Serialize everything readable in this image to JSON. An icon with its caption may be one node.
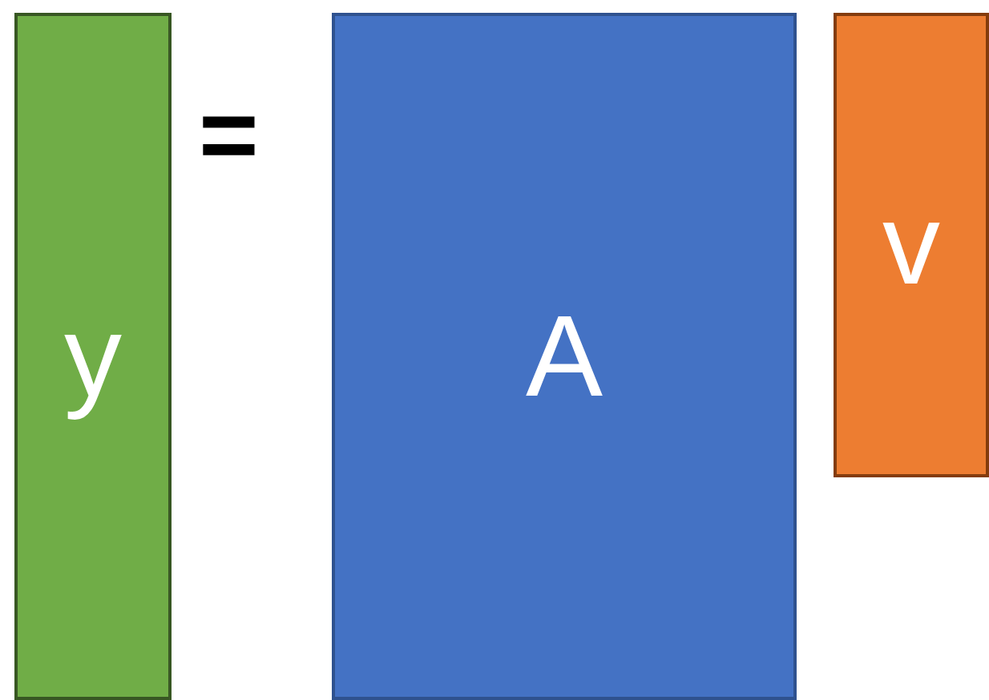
{
  "diagram": {
    "nodes": [
      {
        "text": [
          "y"
        ]
      },
      {
        "text": [
          "A"
        ]
      },
      {
        "text": [
          "v"
        ]
      }
    ],
    "labels": [
      "="
    ]
  }
}
